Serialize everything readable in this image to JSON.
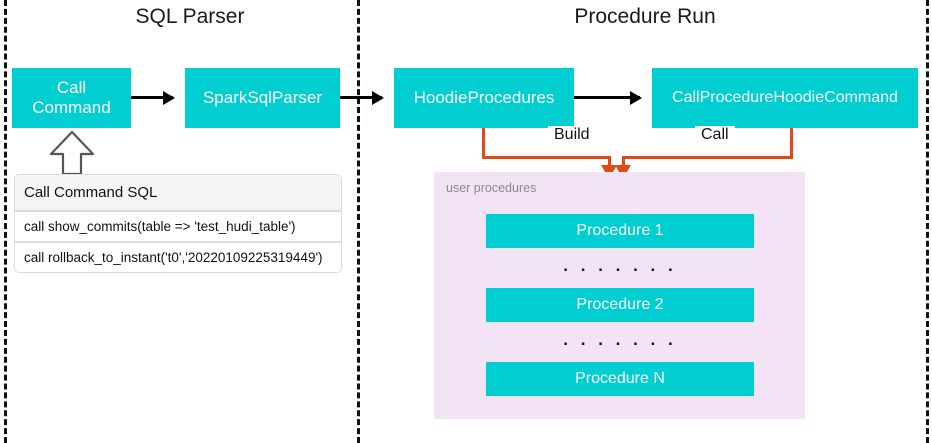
{
  "diagram": {
    "sections": [
      {
        "id": "sql-parser",
        "title": "SQL Parser"
      },
      {
        "id": "procedure-run",
        "title": "Procedure Run"
      }
    ],
    "nodes": {
      "call_command": "Call\nCommand",
      "call_command_line1": "Call",
      "call_command_line2": "Command",
      "spark_sql_parser": "SparkSqlParser",
      "hoodie_procedures": "HoodieProcedures",
      "call_procedure_hoodie_command": "CallProcedureHoodieCommand"
    },
    "edge_labels": {
      "build": "Build",
      "call": "Call"
    },
    "sql_table": {
      "header": "Call Command SQL",
      "rows": [
        "call show_commits(table => 'test_hudi_table')",
        "call rollback_to_instant('t0','20220109225319449')"
      ]
    },
    "user_procedures": {
      "label": "user procedures",
      "items": [
        {
          "name": "Procedure 1"
        },
        {
          "name": "Procedure 2"
        },
        {
          "name": "Procedure N"
        }
      ],
      "ellipsis": ". . . . . . ."
    },
    "colors": {
      "node_fill": "#00CED1",
      "node_text": "#FFFFFF",
      "panel_fill": "#F2E3F5",
      "connector_orange": "#E0491C",
      "connector_black": "#000000",
      "divider": "#111111",
      "canvas": "#FFFFFF"
    }
  }
}
